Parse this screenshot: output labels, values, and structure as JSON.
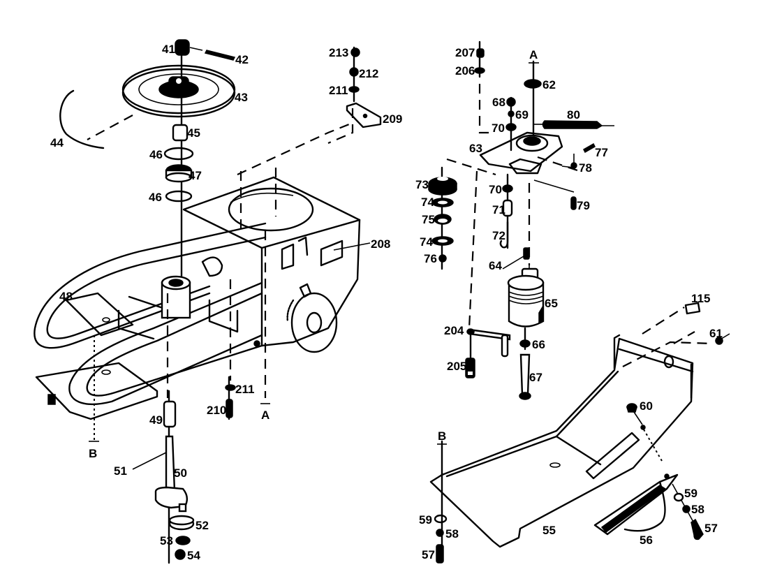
{
  "diagram": {
    "title": "Exploded parts diagram - mower deck drive",
    "colors": {
      "ink": "#000000",
      "paper": "#ffffff"
    },
    "section_markers": {
      "A_top": "A",
      "A_bottom": "A",
      "B_left": "B",
      "B_right": "B"
    },
    "labels": {
      "p41": "41",
      "p42": "42",
      "p43": "43",
      "p44": "44",
      "p45": "45",
      "p46a": "46",
      "p47": "47",
      "p46b": "46",
      "p48": "48",
      "p49": "49",
      "p50": "50",
      "p51": "51",
      "p52": "52",
      "p53": "53",
      "p54": "54",
      "p55": "55",
      "p56": "56",
      "p57a": "57",
      "p58a": "58",
      "p59a": "59",
      "p57b": "57",
      "p58b": "58",
      "p59b": "59",
      "p60": "60",
      "p61": "61",
      "p62": "62",
      "p63": "63",
      "p64": "64",
      "p65": "65",
      "p66": "66",
      "p67": "67",
      "p68": "68",
      "p69": "69",
      "p70a": "70",
      "p70b": "70",
      "p71": "71",
      "p72": "72",
      "p73": "73",
      "p74a": "74",
      "p75": "75",
      "p74b": "74",
      "p76": "76",
      "p77": "77",
      "p78": "78",
      "p79": "79",
      "p80": "80",
      "p115": "115",
      "p204": "204",
      "p205": "205",
      "p206": "206",
      "p207": "207",
      "p208": "208",
      "p209": "209",
      "p210": "210",
      "p211a": "211",
      "p211b": "211",
      "p212": "212",
      "p213": "213"
    }
  }
}
